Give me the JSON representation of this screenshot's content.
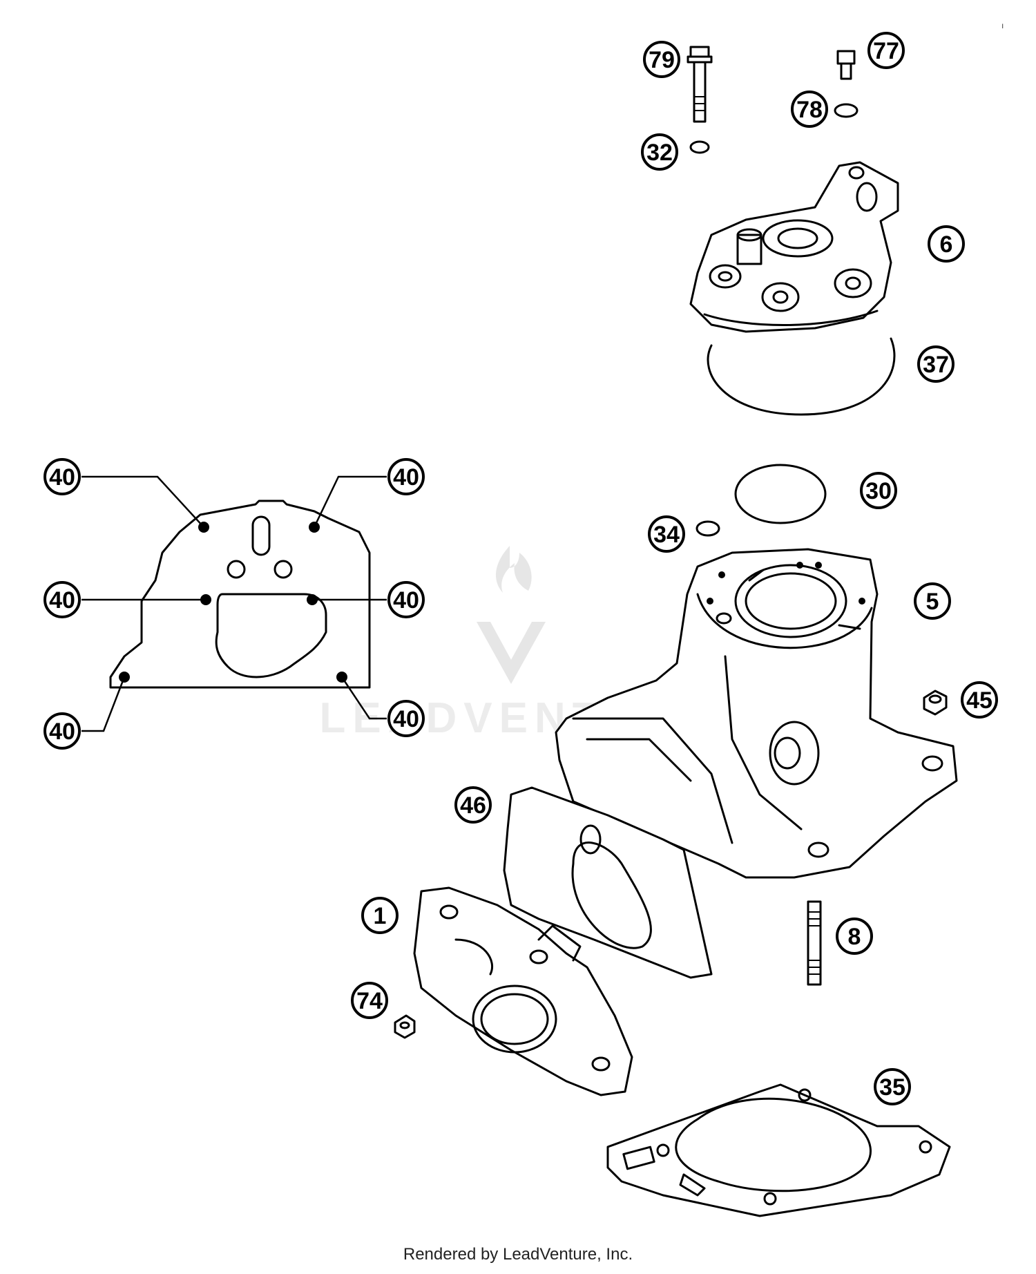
{
  "callouts": {
    "c79": "79",
    "c77": "77",
    "c78": "78",
    "c32": "32",
    "c6": "6",
    "c37": "37",
    "c30": "30",
    "c34": "34",
    "c5": "5",
    "c45": "45",
    "c46": "46",
    "c1": "1",
    "c8": "8",
    "c74": "74",
    "c35": "35",
    "c40a": "40",
    "c40b": "40",
    "c40c": "40",
    "c40d": "40",
    "c40e": "40",
    "c40f": "40"
  },
  "watermark": {
    "text": "LEADVENTURE"
  },
  "corner_mark": "ı",
  "footer": "Rendered by LeadVenture, Inc."
}
